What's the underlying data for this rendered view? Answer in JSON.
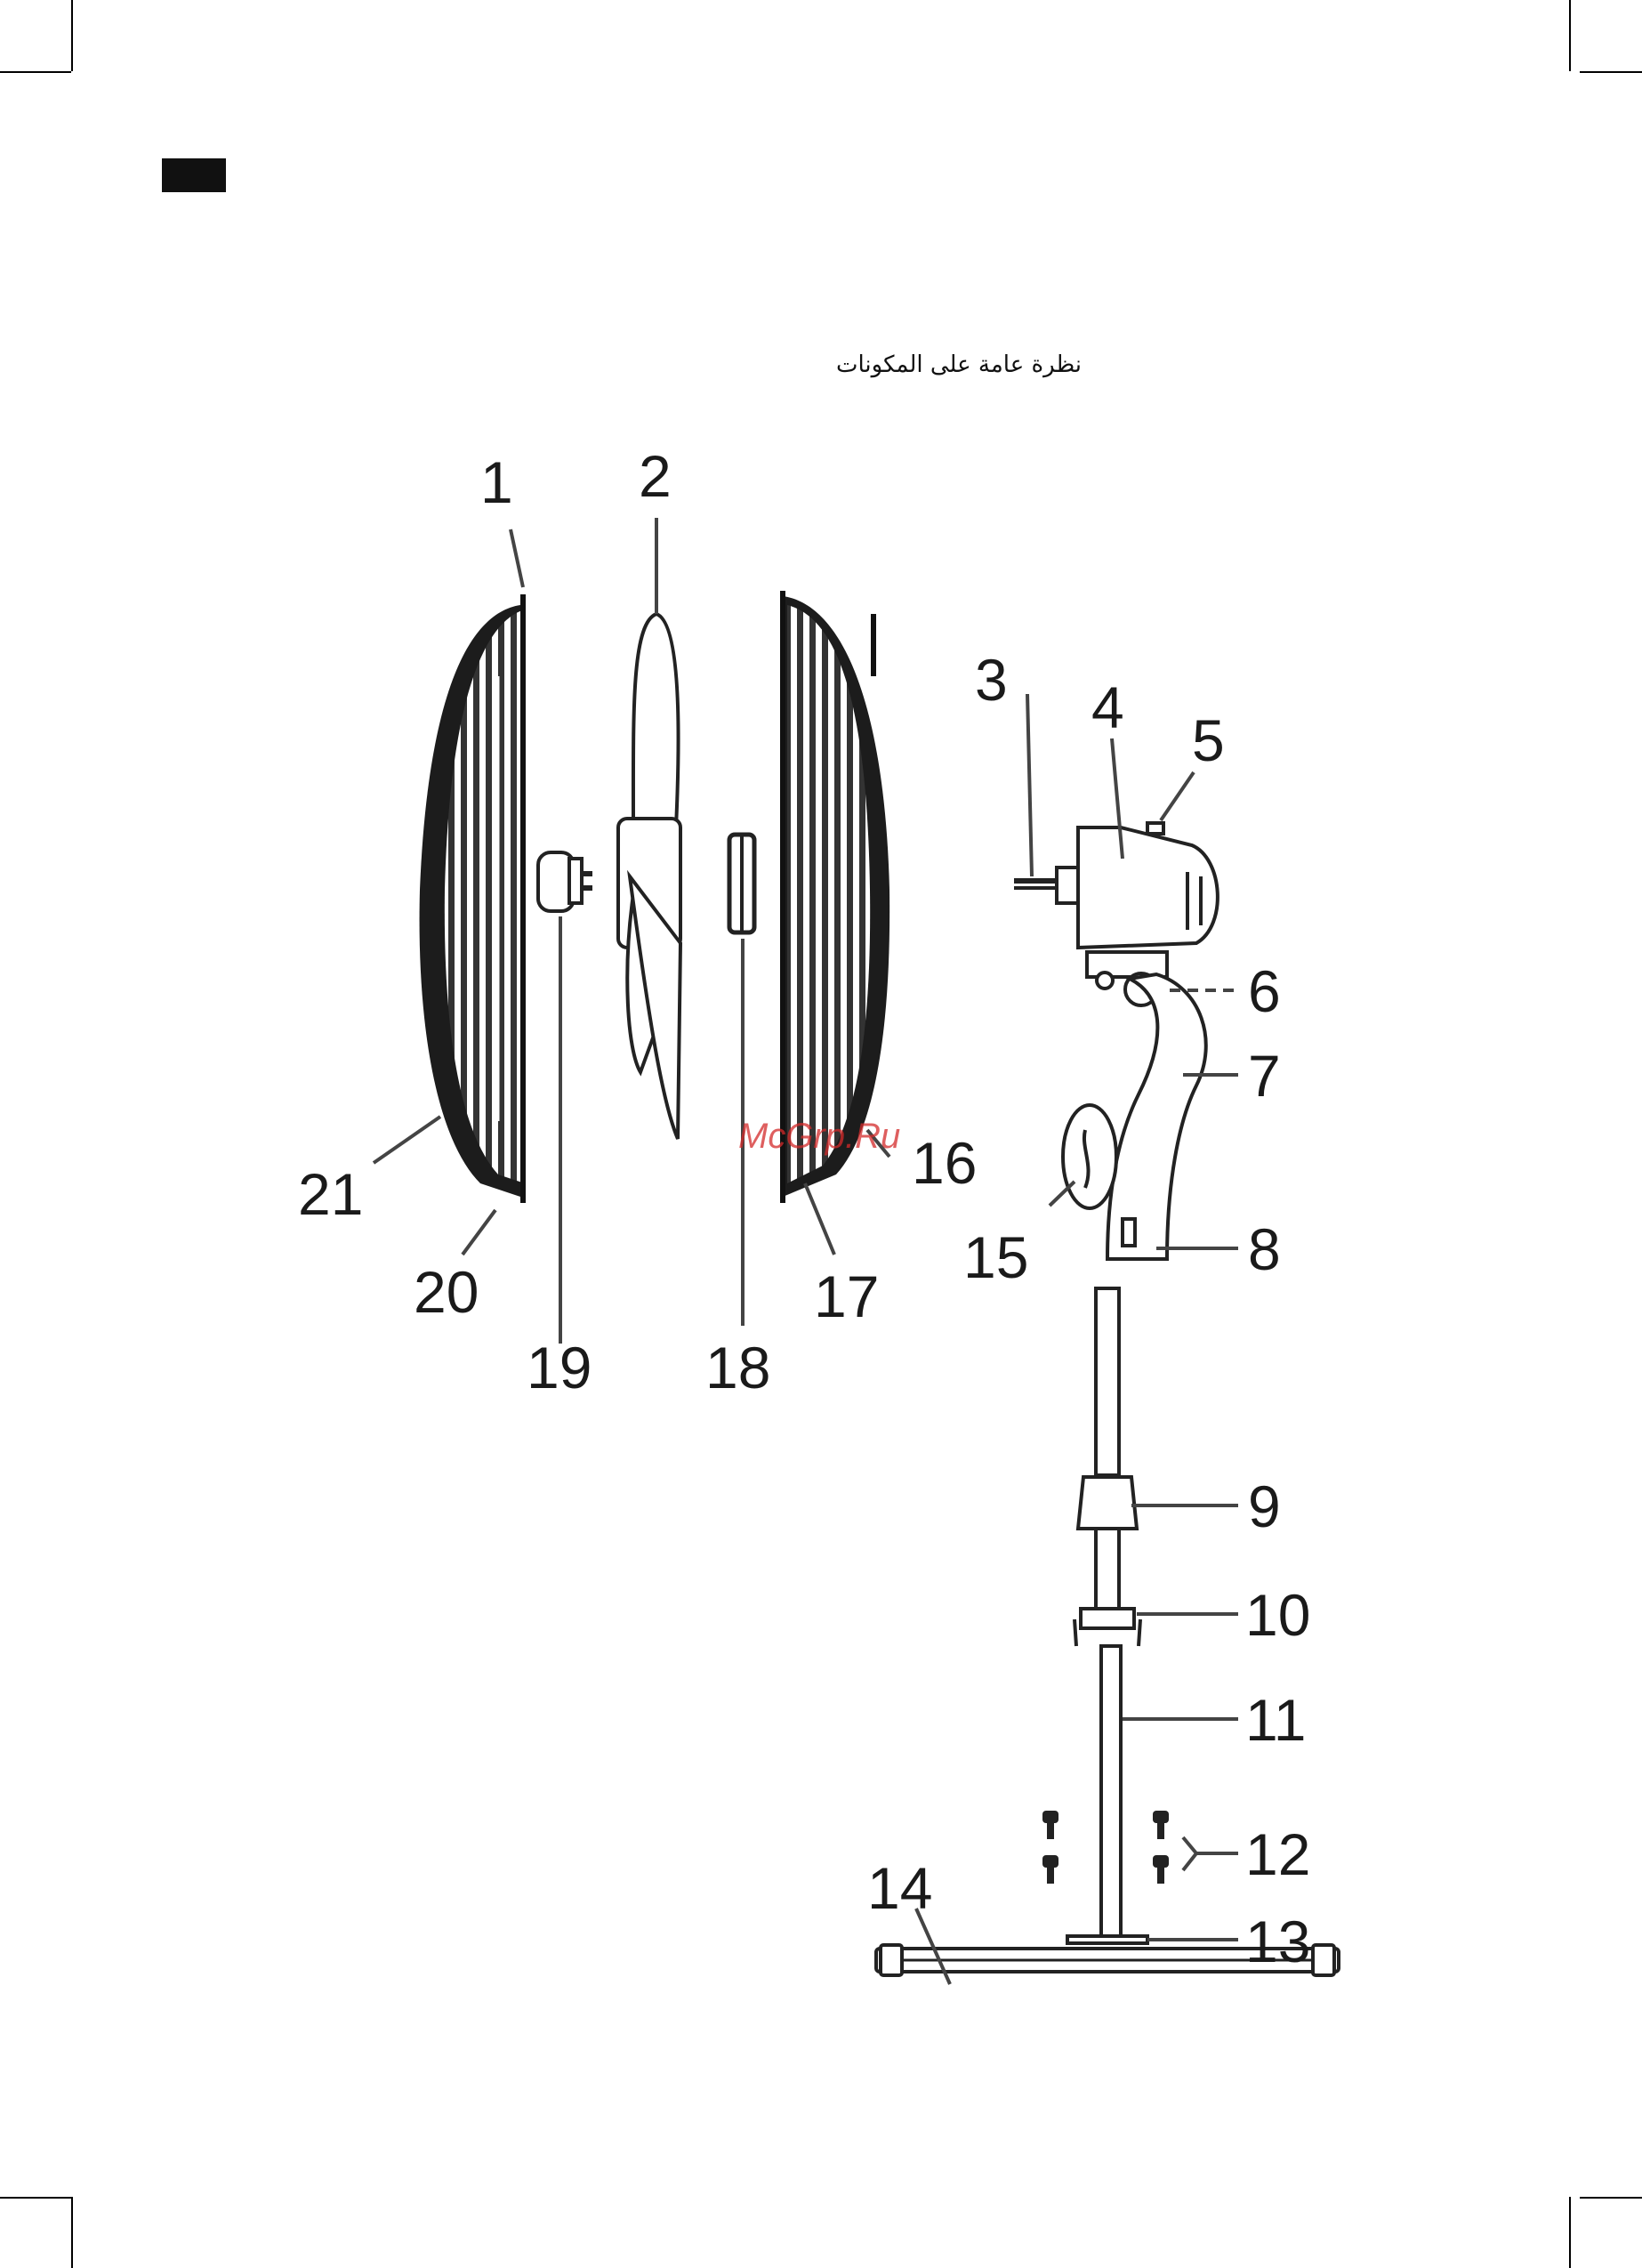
{
  "title": "نظرة عامة على المكونات",
  "watermark": "McGrp.Ru",
  "parts": [
    {
      "label": "1"
    },
    {
      "label": "2"
    },
    {
      "label": "3"
    },
    {
      "label": "4"
    },
    {
      "label": "5"
    },
    {
      "label": "6"
    },
    {
      "label": "7"
    },
    {
      "label": "8"
    },
    {
      "label": "9"
    },
    {
      "label": "10"
    },
    {
      "label": "11"
    },
    {
      "label": "12"
    },
    {
      "label": "13"
    },
    {
      "label": "14"
    },
    {
      "label": "15"
    },
    {
      "label": "16"
    },
    {
      "label": "17"
    },
    {
      "label": "18"
    },
    {
      "label": "19"
    },
    {
      "label": "20"
    },
    {
      "label": "21"
    }
  ]
}
